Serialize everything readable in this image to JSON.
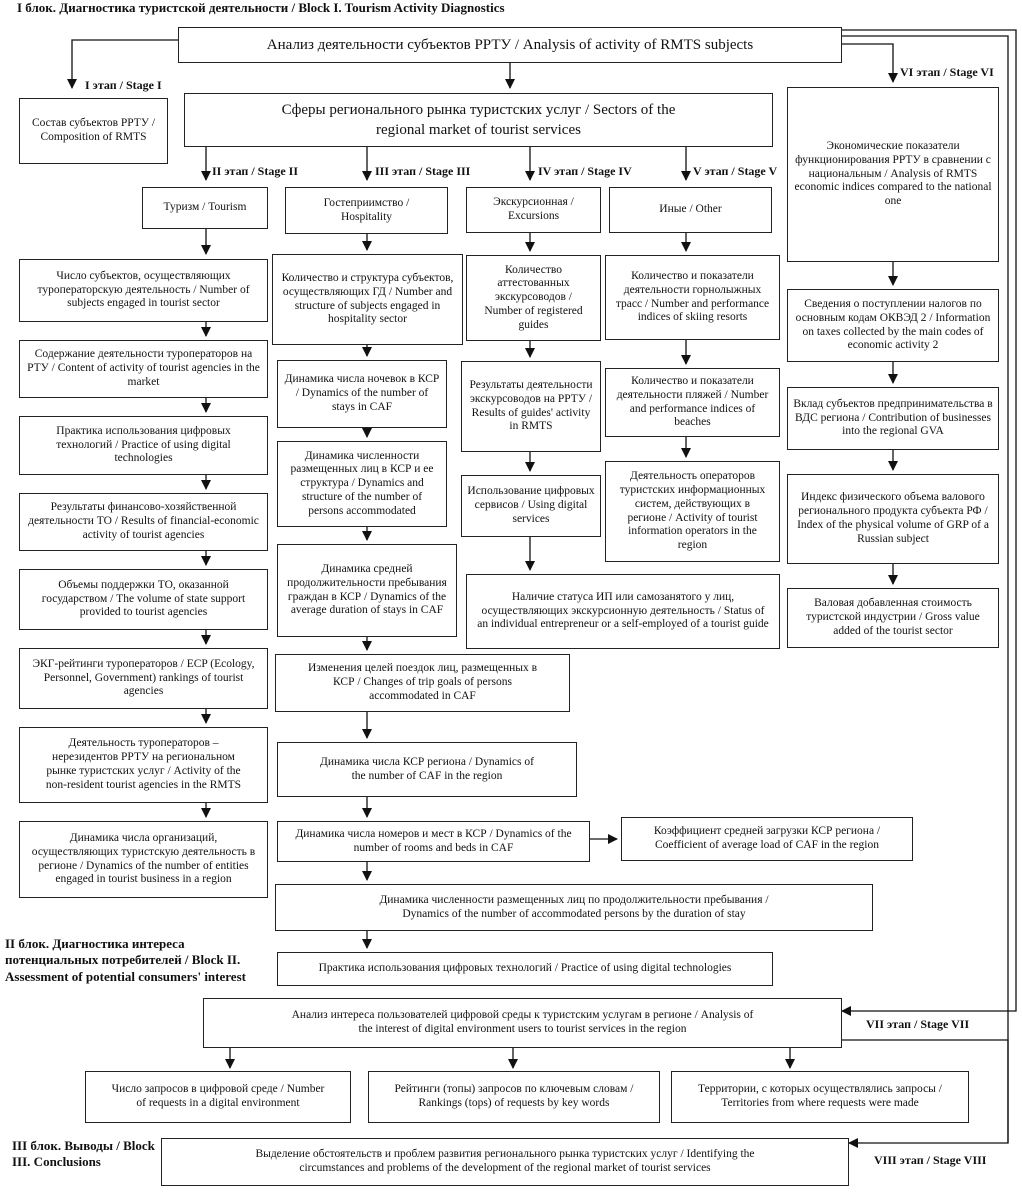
{
  "block1_title": "I блок. Диагностика туристской деятельности / Block I. Tourism Activity Diagnostics",
  "block2_title": "II блок. Диагностика интереса потенциальных потребителей / Block II. Assessment of potential consumers' interest",
  "block3_title": "III блок. Выводы / Block III. Conclusions",
  "top_box": "Анализ деятельности субъектов РРТУ / Analysis of activity of RMTS subjects",
  "sectors_box": "Сферы регионального рынка туристских услуг / Sectors of the regional market of tourist services",
  "stages": {
    "s1": "I этап / Stage I",
    "s2": "II этап / Stage II",
    "s3": "III этап / Stage III",
    "s4": "IV этап / Stage IV",
    "s5": "V этап / Stage V",
    "s6": "VI этап / Stage VI",
    "s7": "VII этап / Stage VII",
    "s8": "VIII этап / Stage VIII"
  },
  "composition_box": "Состав субъектов РРТУ / Composition of RMTS",
  "tourism": {
    "header": "Туризм / Tourism",
    "items": [
      "Число субъектов, осуществляющих туроператорскую деятельность / Number of subjects engaged in tourist sector",
      "Содержание деятельности туроператоров на РТУ / Content of activity of tourist agencies in the market",
      "Практика использования цифровых технологий / Practice of using digital technologies",
      "Результаты финансово-хозяйственной деятельности ТО / Results of financial-economic activity of tourist agencies",
      "Объемы поддержки ТО, оказанной государством / The volume of state support provided to tourist agencies",
      "ЭКГ-рейтинги туроператоров / ECP (Ecology, Personnel, Government) rankings of tourist agencies",
      "Деятельность туроператоров – нерезидентов РРТУ на региональном рынке туристских услуг / Activity of the non-resident tourist agencies in the RMTS",
      "Динамика числа организаций, осуществляющих туристскую деятельность в регионе / Dynamics of the number of entities engaged in tourist business in a region"
    ]
  },
  "hospitality": {
    "header": "Гостеприимство / Hospitality",
    "items": [
      "Количество и структура субъектов, осуществляющих ГД / Number and structure of subjects engaged in hospitality sector",
      "Динамика числа ночевок в КСР / Dynamics of the number of stays in CAF",
      "Динамика численности размещенных лиц в КСР и ее структура / Dynamics and structure of the number of persons accommodated",
      "Динамика средней продолжительности пребывания граждан в КСР / Dynamics of the average duration of stays in CAF",
      "Изменения целей поездок лиц, размещенных в КСР / Changes of trip goals of persons accommodated in CAF",
      "Динамика числа КСР региона / Dynamics of the number of CAF in the region",
      "Динамика числа номеров и мест в КСР / Dynamics of the number of rooms and beds in CAF",
      "Коэффициент средней загрузки КСР региона / Coefficient of average load of CAF in the region",
      "Динамика численности размещенных лиц по продолжительности пребывания / Dynamics of the number of accommodated persons by the duration of stay",
      "Практика использования цифровых технологий / Practice of using digital technologies"
    ]
  },
  "excursions": {
    "header": "Экскурсионная / Excursions",
    "items": [
      "Количество аттестованных экскурсоводов / Number of registered guides",
      "Результаты деятельности экскурсоводов на РРТУ / Results of guides' activity in RMTS",
      "Использование цифровых сервисов / Using digital services",
      "Наличие статуса ИП или самозанятого у лиц, осуществляющих экскурсионную деятельность / Status of an individual entrepreneur or a self-employed of a tourist guide"
    ]
  },
  "other": {
    "header": "Иные / Other",
    "items": [
      "Количество и показатели деятельности горнолыжных трасс / Number and performance indices of skiing resorts",
      "Количество и показатели деятельности пляжей / Number and performance indices of beaches",
      "Деятельность операторов туристских информационных систем, действующих в регионе / Activity of tourist information operators in the region"
    ]
  },
  "economic": {
    "items": [
      "Экономические показатели функционирования РРТУ в сравнении с национальным / Analysis of RMTS economic indices compared to the national one",
      "Сведения о поступлении налогов по основным кодам ОКВЭД 2 / Information on taxes collected by the main codes of economic activity 2",
      "Вклад субъектов предпринимательства в ВДС региона / Contribution of businesses into the regional GVA",
      "Индекс физического объема валового регионального продукта субъекта РФ / Index of the physical volume of GRP of a Russian subject",
      "Валовая добавленная стоимость туристской индустрии / Gross value added of the tourist sector"
    ]
  },
  "interest_box": "Анализ интереса пользователей цифровой среды к туристским услугам в регионе / Analysis of the interest of digital environment users to tourist services in the region",
  "interest_items": [
    "Число запросов в цифровой среде / Number of requests in a digital environment",
    "Рейтинги (топы) запросов по ключевым словам / Rankings (tops) of requests by key words",
    "Территории, с которых осуществлялись запросы / Territories from where requests were made"
  ],
  "conclusion_box": "Выделение обстоятельств и проблем развития регионального рынка туристских услуг / Identifying the circumstances and problems of the development of the regional market of tourist services"
}
